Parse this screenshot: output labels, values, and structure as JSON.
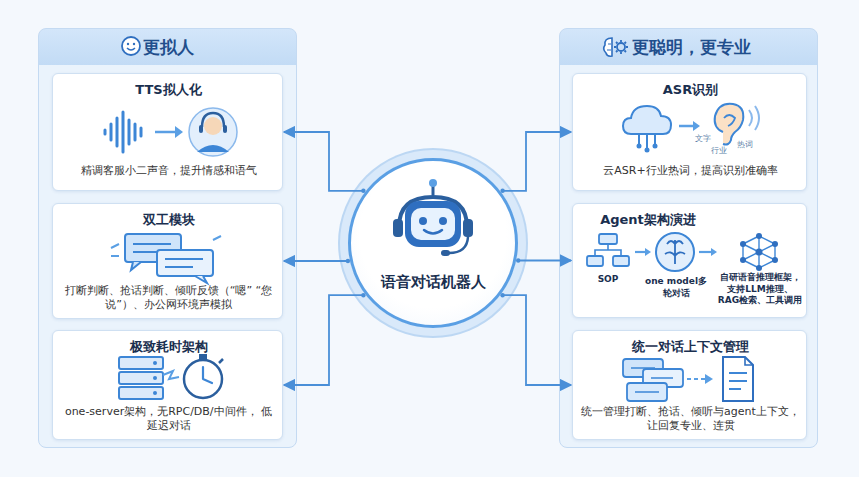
{
  "diagram": {
    "nodes": [
      {
        "text": [
          "更拟人"
        ]
      },
      {
        "text": [
          "TTS拟人化",
          "精调客服小二声音，提升情感和语气"
        ],
        "in": 0
      },
      {
        "text": [
          "双工模块",
          "打断判断、抢话判断、倾听反馈（“嗯” “您说”）、办公网环境声模拟"
        ],
        "in": 0
      },
      {
        "text": [
          "极致耗时架构",
          "one-server架构，无RPC/DB/中间件， 低延迟对话"
        ],
        "in": 0
      },
      {
        "text": [
          "语音对话机器人"
        ]
      },
      {
        "text": [
          "更聪明，更专业"
        ]
      },
      {
        "text": [
          "ASR识别",
          "文字",
          "行业",
          "热词",
          "云ASR+行业热词，提高识别准确率"
        ],
        "in": 5
      },
      {
        "text": [
          "Agent架构演进",
          "SOP",
          "one model多轮对话",
          "自研语音推理框架，支持LLM推理、RAG检索、工具调用"
        ],
        "in": 5
      },
      {
        "text": [
          "统一对话上下文管理",
          "统一管理打断、抢话、倾听与agent上下文， 让回复专业、连贯"
        ],
        "in": 5
      }
    ],
    "edges": [
      {
        "from": 4,
        "to": 1,
        "arrow": "to"
      },
      {
        "from": 4,
        "to": 2,
        "arrow": "to"
      },
      {
        "from": 4,
        "to": 3,
        "arrow": "to"
      },
      {
        "from": 4,
        "to": 6,
        "arrow": "to"
      },
      {
        "from": 4,
        "to": 7,
        "arrow": "to"
      },
      {
        "from": 4,
        "to": 8,
        "arrow": "to"
      }
    ]
  }
}
